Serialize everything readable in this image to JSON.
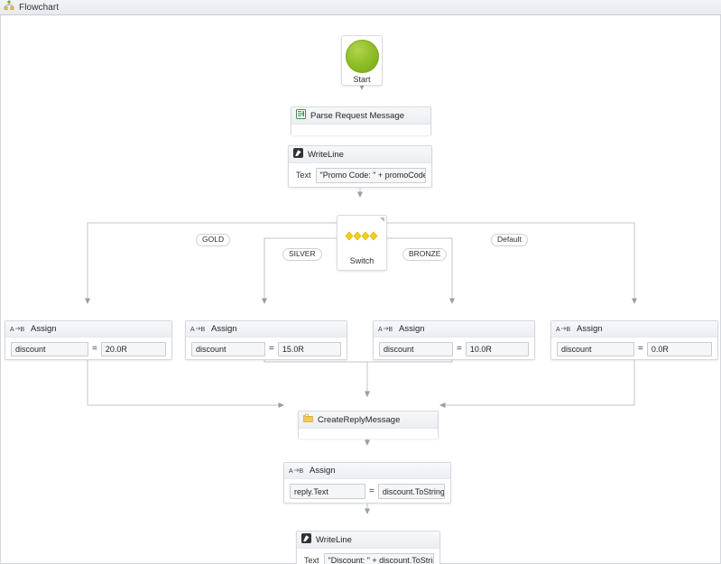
{
  "titlebar": {
    "title": "Flowchart",
    "icon": "flowchart-icon"
  },
  "flowchart": {
    "start": {
      "label": "Start",
      "icon": "start-circle-icon",
      "color": "#8fbf28"
    },
    "nodes": {
      "parse_request": {
        "title": "Parse Request Message",
        "icon": "receive-message-icon"
      },
      "writeline_promo": {
        "title": "WriteLine",
        "icon": "writeline-icon",
        "field_label": "Text",
        "field_value": "\"Promo Code: \" + promoCode"
      },
      "switch": {
        "label": "Switch",
        "icon": "switch-icon",
        "color": "#f5cf1b",
        "expand_icon": "collapse-corner-icon"
      },
      "assign_gold": {
        "title": "Assign",
        "icon": "assign-icon",
        "to": "discount",
        "operator": "=",
        "value": "20.0R"
      },
      "assign_silver": {
        "title": "Assign",
        "icon": "assign-icon",
        "to": "discount",
        "operator": "=",
        "value": "15.0R"
      },
      "assign_bronze": {
        "title": "Assign",
        "icon": "assign-icon",
        "to": "discount",
        "operator": "=",
        "value": "10.0R"
      },
      "assign_default": {
        "title": "Assign",
        "icon": "assign-icon",
        "to": "discount",
        "operator": "=",
        "value": "0.0R"
      },
      "create_reply": {
        "title": "CreateReplyMessage",
        "icon": "create-reply-message-icon"
      },
      "assign_reply": {
        "title": "Assign",
        "icon": "assign-icon",
        "to": "reply.Text",
        "operator": "=",
        "value": "discount.ToString()"
      },
      "writeline_discount": {
        "title": "WriteLine",
        "icon": "writeline-icon",
        "field_label": "Text",
        "field_value": "\"Discount: \" + discount.ToStrin"
      }
    },
    "branches": {
      "gold": "GOLD",
      "silver": "SILVER",
      "bronze": "BRONZE",
      "default": "Default"
    }
  }
}
